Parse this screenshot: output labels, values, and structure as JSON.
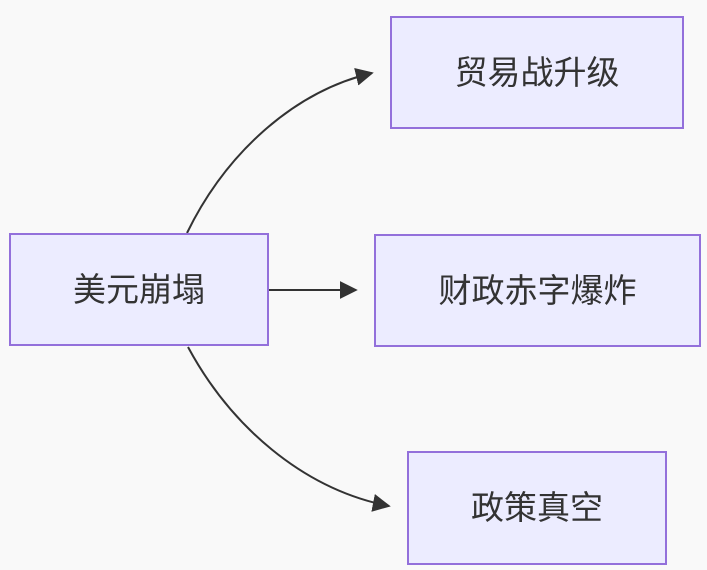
{
  "diagram": {
    "type": "flowchart",
    "direction": "left-to-right",
    "nodes": [
      {
        "id": "root",
        "label": "美元崩塌"
      },
      {
        "id": "trade",
        "label": "贸易战升级"
      },
      {
        "id": "fiscal",
        "label": "财政赤字爆炸"
      },
      {
        "id": "policy",
        "label": "政策真空"
      }
    ],
    "edges": [
      {
        "from": "美元崩塌",
        "to": "贸易战升级"
      },
      {
        "from": "美元崩塌",
        "to": "财政赤字爆炸"
      },
      {
        "from": "美元崩塌",
        "to": "政策真空"
      }
    ],
    "colors": {
      "background": "#F9F9F9",
      "node_fill": "#ECECFF",
      "node_border": "#9370DB",
      "edge_stroke": "#333333",
      "text": "#333333"
    }
  }
}
